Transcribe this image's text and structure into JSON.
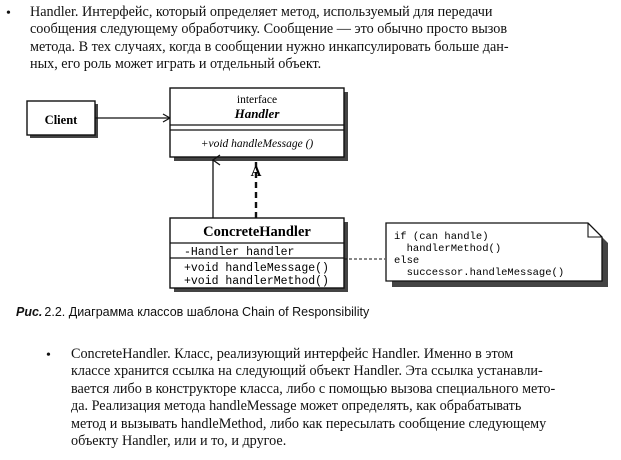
{
  "top_paragraph": {
    "bullet": "•",
    "lines": [
      "Handler. Интерфейс, который определяет метод, используемый для передачи",
      "сообщения следующему обработчику. Сообщение — это обычно просто вызов",
      "метода. В тех случаях, когда в сообщении нужно инкапсулировать больше дан-",
      "ных, его роль может играть и отдельный объект."
    ]
  },
  "diagram": {
    "client": "Client",
    "interface_stereotype": "interface",
    "interface_name": "Handler",
    "interface_method": "+void handleMessage ()",
    "arrow_label": "A",
    "concrete_name": "ConcreteHandler",
    "concrete_attribute": "-Handler handler",
    "concrete_methods": [
      "+void handleMessage()",
      "+void handlerMethod()"
    ],
    "note_lines": [
      "if (can handle)",
      "  handlerMethod()",
      "else",
      "  successor.handleMessage()"
    ]
  },
  "caption": {
    "prefix": "Рис.",
    "text": "2.2. Диаграмма классов шаблона Chain of Responsibility"
  },
  "bottom_paragraph": {
    "bullet": "•",
    "lines": [
      "ConcreteHandler. Класс, реализующий интерфейс Handler. Именно в этом",
      "классе хранится ссылка на следующий объект Handler. Эта ссылка устанавли-",
      "вается либо в конструкторе класса, либо с помощью вызова специального мето-",
      "да. Реализация метода handleMessage может определять, как обрабатывать",
      "метод и вызывать handleMethod, либо как пересылать сообщение следующему",
      "объекту Handler, или и то, и другое."
    ]
  }
}
